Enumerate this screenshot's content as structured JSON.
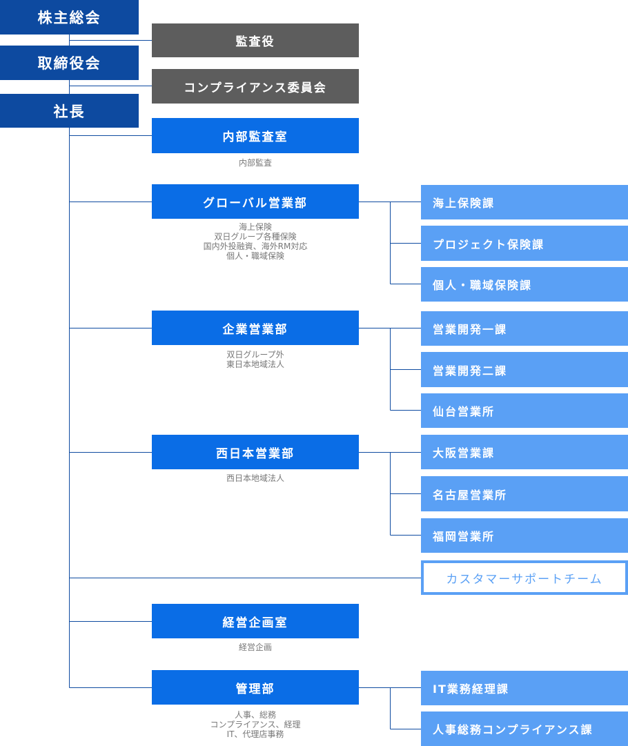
{
  "top": {
    "shareholders": "株主総会",
    "board": "取締役会",
    "president": "社長"
  },
  "side": {
    "auditor": "監査役",
    "compliance": "コンプライアンス委員会"
  },
  "departments": {
    "audit": {
      "name": "内部監査室",
      "desc": [
        "内部監査"
      ]
    },
    "global": {
      "name": "グローバル営業部",
      "desc": [
        "海上保険",
        "双日グループ各種保険",
        "国内外投融資、海外RM対応",
        "個人・職域保険"
      ],
      "sections": [
        "海上保険課",
        "プロジェクト保険課",
        "個人・職域保険課"
      ]
    },
    "corporate": {
      "name": "企業営業部",
      "desc": [
        "双日グループ外",
        "東日本地域法人"
      ],
      "sections": [
        "営業開発一課",
        "営業開発二課",
        "仙台営業所"
      ]
    },
    "west": {
      "name": "西日本営業部",
      "desc": [
        "西日本地域法人"
      ],
      "sections": [
        "大阪営業課",
        "名古屋営業所",
        "福岡営業所"
      ]
    },
    "support": {
      "name": "カスタマーサポートチーム"
    },
    "planning": {
      "name": "経営企画室",
      "desc": [
        "経営企画"
      ]
    },
    "admin": {
      "name": "管理部",
      "desc": [
        "人事、総務",
        "コンプライアンス、経理",
        "IT、代理店事務"
      ],
      "sections": [
        "IT業務経理課",
        "人事総務コンプライアンス課"
      ]
    }
  },
  "colors": {
    "top": "#0d4aa0",
    "gray": "#5d5d5d",
    "department": "#0a6de6",
    "section": "#5aa0f5",
    "line": "#0d4aa0"
  }
}
